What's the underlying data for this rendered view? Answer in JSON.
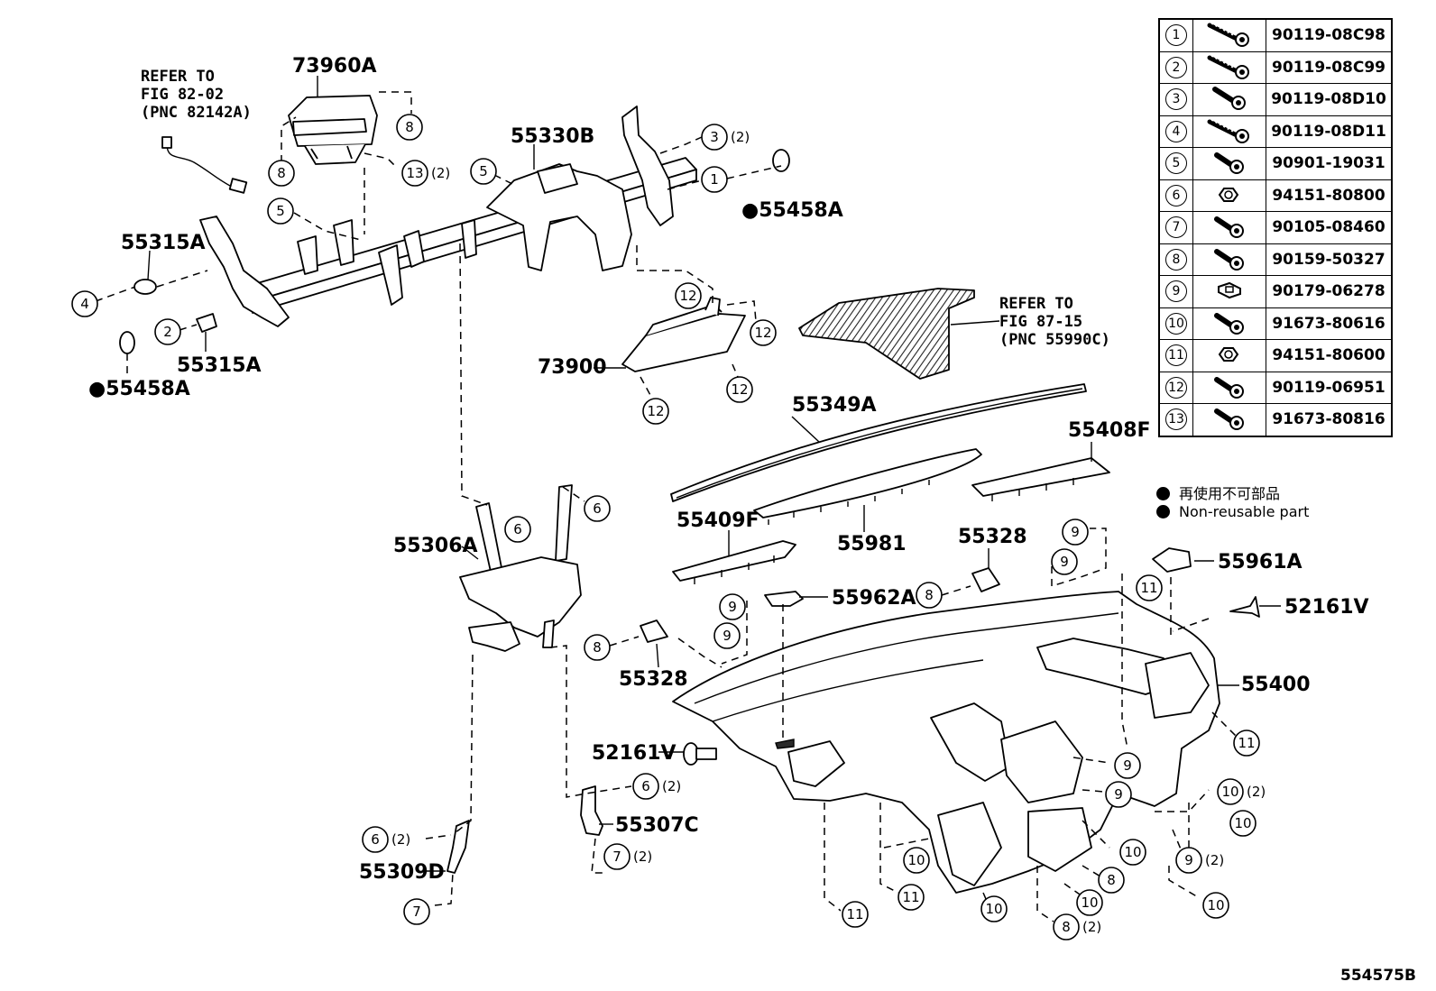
{
  "legend": {
    "rows": [
      {
        "ref": "1",
        "part_no": "90119-08C98",
        "icon": "bolt-long-icon"
      },
      {
        "ref": "2",
        "part_no": "90119-08C99",
        "icon": "bolt-long-icon"
      },
      {
        "ref": "3",
        "part_no": "90119-08D10",
        "icon": "bolt-icon"
      },
      {
        "ref": "4",
        "part_no": "90119-08D11",
        "icon": "bolt-long-icon"
      },
      {
        "ref": "5",
        "part_no": "90901-19031",
        "icon": "screw-icon"
      },
      {
        "ref": "6",
        "part_no": "94151-80800",
        "icon": "nut-icon"
      },
      {
        "ref": "7",
        "part_no": "90105-08460",
        "icon": "screw-icon"
      },
      {
        "ref": "8",
        "part_no": "90159-50327",
        "icon": "screw-icon"
      },
      {
        "ref": "9",
        "part_no": "90179-06278",
        "icon": "clip-nut-icon"
      },
      {
        "ref": "10",
        "part_no": "91673-80616",
        "icon": "screw-icon"
      },
      {
        "ref": "11",
        "part_no": "94151-80600",
        "icon": "nut-icon"
      },
      {
        "ref": "12",
        "part_no": "90119-06951",
        "icon": "screw-icon"
      },
      {
        "ref": "13",
        "part_no": "91673-80816",
        "icon": "screw-icon"
      }
    ]
  },
  "notes": {
    "non_reusable_jp": "再使用不可部品",
    "non_reusable_en": "Non-reusable part"
  },
  "parts": {
    "p73960A": "73960A",
    "p55330B": "55330B",
    "p55458A_right": "●55458A",
    "p55315A_top": "55315A",
    "p55315A_bottom": "55315A",
    "p55458A_left": "●55458A",
    "p73900": "73900",
    "p55349A": "55349A",
    "p55408F": "55408F",
    "p55409F": "55409F",
    "p55981": "55981",
    "p55328_right": "55328",
    "p55328_left": "55328",
    "p55961A": "55961A",
    "p55962A": "55962A",
    "p52161V_right": "52161V",
    "p52161V_left": "52161V",
    "p55306A": "55306A",
    "p55400": "55400",
    "p55307C": "55307C",
    "p55309D": "55309D"
  },
  "refer_1": {
    "line1": "REFER TO",
    "line2": "FIG 82-02",
    "line3": "(PNC 82142A)"
  },
  "refer_2": {
    "line1": "REFER TO",
    "line2": "FIG 87-15",
    "line3": "(PNC 55990C)"
  },
  "callouts": {
    "n1": "1",
    "n2": "2",
    "n3": "3",
    "n4": "4",
    "n5": "5",
    "n6": "6",
    "n7": "7",
    "n8": "8",
    "n9": "9",
    "n10": "10",
    "n11": "11",
    "n12": "12",
    "n13": "13",
    "q2": "(2)"
  },
  "figure_id": "554575B"
}
